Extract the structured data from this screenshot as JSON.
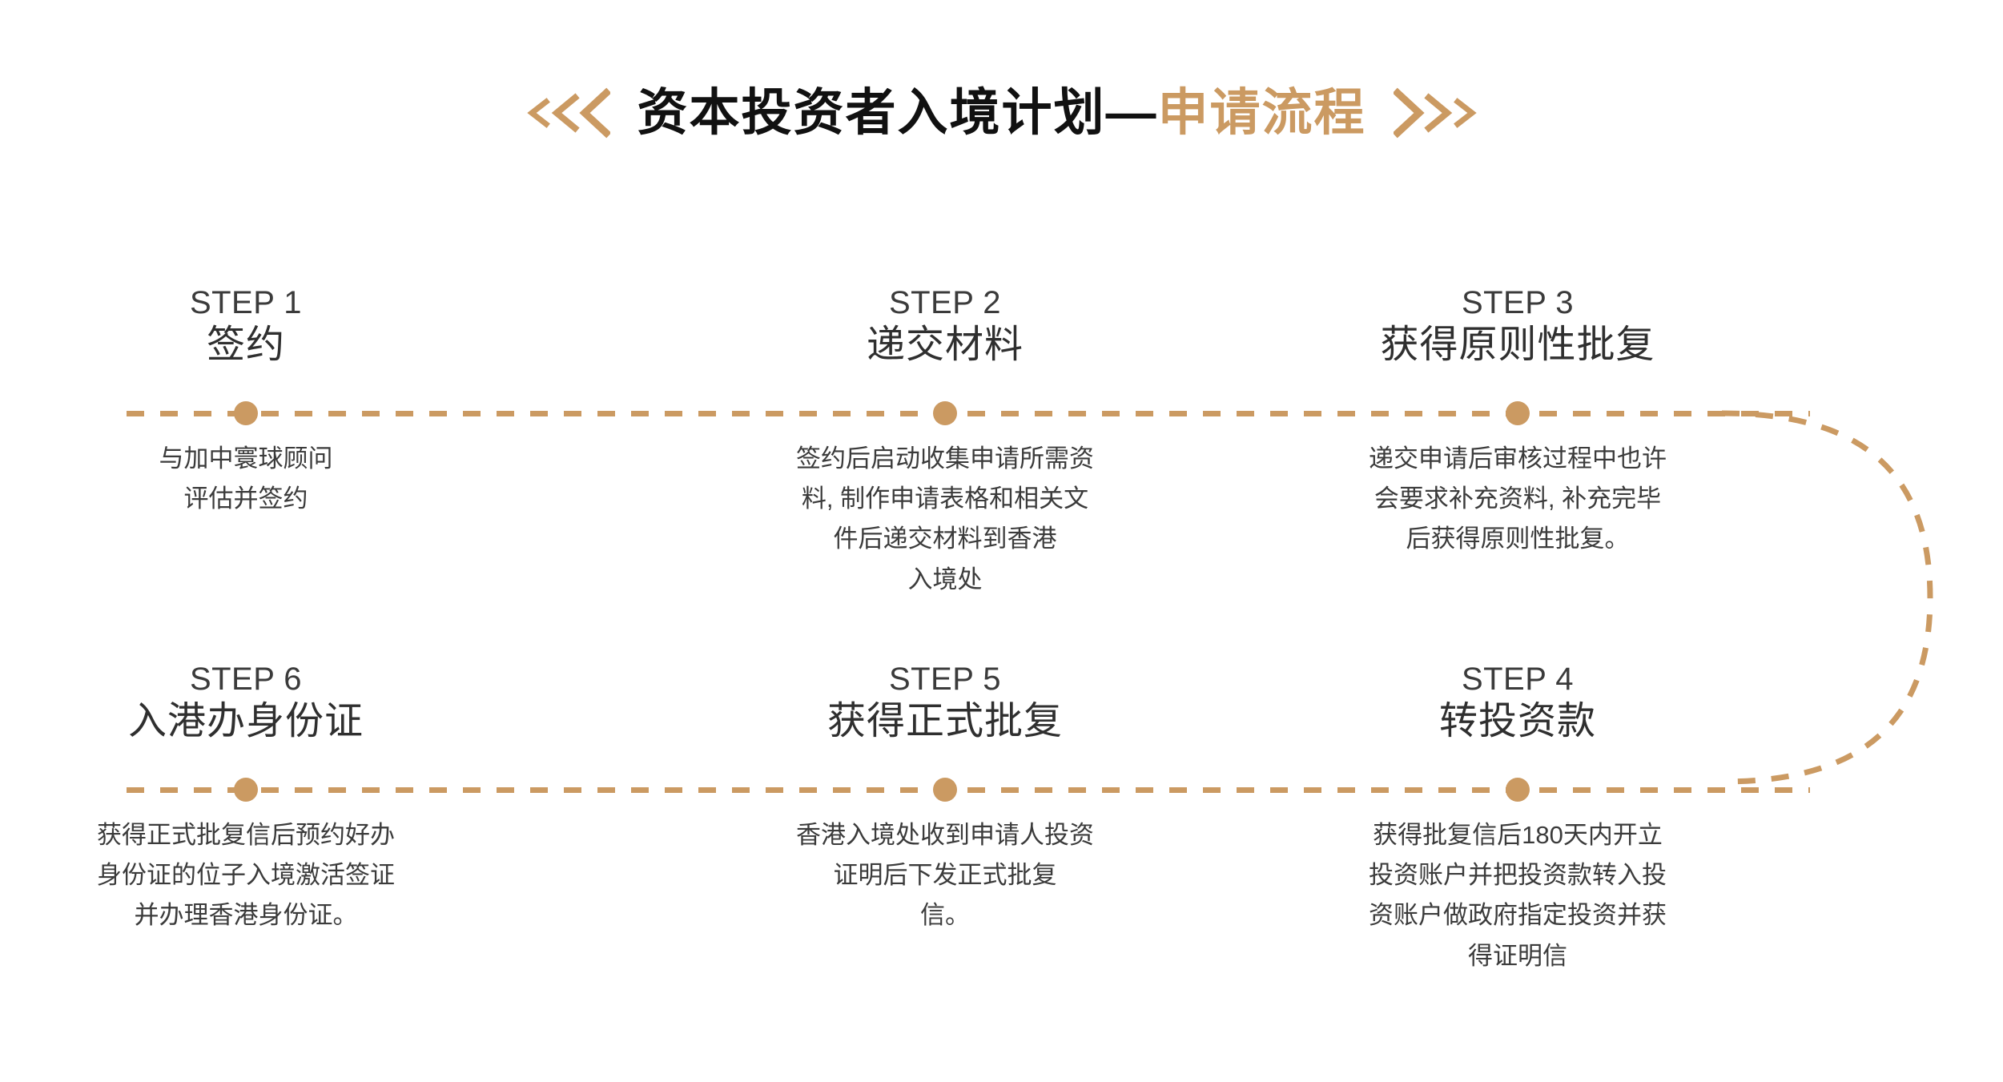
{
  "title": {
    "main_text": "资本投资者入境计划—",
    "highlight_text": "申请流程",
    "left_marker": "<<<",
    "right_marker": ">>>"
  },
  "colors": {
    "accent_gold": "#CB9A62",
    "title_black": "#111111",
    "body_text": "#3b3b3b"
  },
  "flow": {
    "steps": [
      {
        "number": "STEP 1",
        "title": "签约",
        "body": "与加中寰球顾问\n评估并签约"
      },
      {
        "number": "STEP 2",
        "title": "递交材料",
        "body": "签约后启动收集申请所需资\n料, 制作申请表格和相关文\n件后递交材料到香港\n入境处"
      },
      {
        "number": "STEP 3",
        "title": "获得原则性批复",
        "body": "递交申请后审核过程中也许\n会要求补充资料, 补充完毕\n后获得原则性批复。"
      },
      {
        "number": "STEP 4",
        "title": "转投资款",
        "body": "获得批复信后180天内开立\n投资账户并把投资款转入投\n资账户做政府指定投资并获\n得证明信"
      },
      {
        "number": "STEP 5",
        "title": "获得正式批复",
        "body": "香港入境处收到申请人投资\n证明后下发正式批复\n信。"
      },
      {
        "number": "STEP 6",
        "title": "入港办身份证",
        "body": "获得正式批复信后预约好办\n身份证的位子入境激活签证\n并办理香港身份证。"
      }
    ]
  }
}
